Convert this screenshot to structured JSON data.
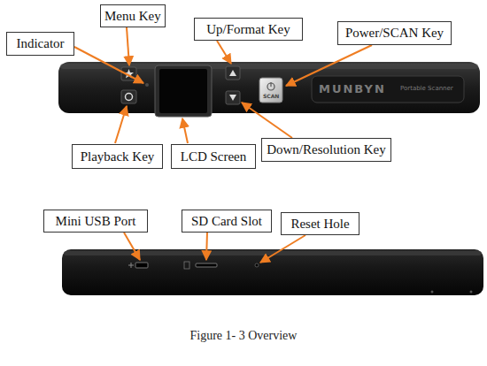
{
  "diagram": {
    "caption": "Figure 1- 3 Overview",
    "nodes": [
      {
        "text": [
          "Menu Key"
        ]
      },
      {
        "text": [
          "Up/Format Key"
        ]
      },
      {
        "text": [
          "Power/SCAN Key"
        ]
      },
      {
        "text": [
          "Indicator"
        ]
      },
      {
        "text": [
          "Playback Key"
        ]
      },
      {
        "text": [
          "LCD Screen"
        ]
      },
      {
        "text": [
          "Down/Resolution Key"
        ]
      },
      {
        "text": [
          "Mini USB Port"
        ]
      },
      {
        "text": [
          "SD Card Slot"
        ]
      },
      {
        "text": [
          "Reset Hole"
        ]
      }
    ],
    "labels": [
      "MUNBYN",
      "Portable Scanner",
      "SCAN"
    ]
  }
}
